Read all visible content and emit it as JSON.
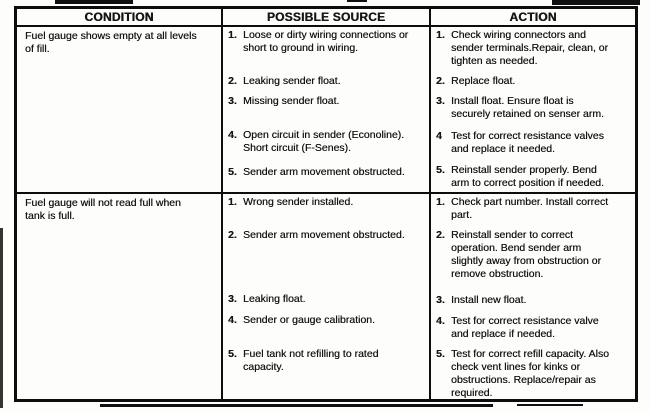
{
  "colors": {
    "border": "#0d0d0d",
    "text": "#161616",
    "background": "#fdfdfb"
  },
  "table": {
    "headers": {
      "condition": "CONDITION",
      "source": "POSSIBLE SOURCE",
      "action": "ACTION"
    },
    "rows": [
      {
        "condition": "Fuel gauge shows empty at all levels\nof fill.",
        "sources": [
          {
            "num": "1.",
            "text": "Loose or dirty wiring connections or\nshort to ground in wiring."
          },
          {
            "num": "2.",
            "text": "Leaking sender float."
          },
          {
            "num": "3.",
            "text": "Missing sender float."
          },
          {
            "num": "4.",
            "text": "Open circuit in sender (Econoline).\nShort circuit (F-Senes)."
          },
          {
            "num": "5.",
            "text": "Sender arm movement obstructed."
          }
        ],
        "actions": [
          {
            "num": "1.",
            "text": "Check wiring connectors and\nsender terminals.Repair, clean, or\ntighten as needed."
          },
          {
            "num": "2.",
            "text": "Replace float."
          },
          {
            "num": "3.",
            "text": "Install float. Ensure float is\nsecurely retained on senser arm."
          },
          {
            "num": "4",
            "text": "Test for correct resistance valves\nand replace it needed."
          },
          {
            "num": "5.",
            "text": "Reinstall sender properly. Bend\narm to correct position if needed."
          }
        ]
      },
      {
        "condition": "Fuel gauge will not read full when\ntank is full.",
        "sources": [
          {
            "num": "1.",
            "text": "Wrong sender installed."
          },
          {
            "num": "2.",
            "text": "Sender arm movement obstructed."
          },
          {
            "num": "3.",
            "text": "Leaking float."
          },
          {
            "num": "4.",
            "text": "Sender or gauge calibration."
          },
          {
            "num": "5.",
            "text": "Fuel tank not refilling to rated\ncapacity."
          }
        ],
        "actions": [
          {
            "num": "1.",
            "text": "Check part number. Install correct\npart."
          },
          {
            "num": "2.",
            "text": "Reinstall sender to correct\noperation. Bend sender arm\nslightly away from obstruction or\nremove obstruction."
          },
          {
            "num": "3.",
            "text": "Install new float."
          },
          {
            "num": "4.",
            "text": "Test for correct resistance valve\nand replace if needed."
          },
          {
            "num": "5.",
            "text": "Test for correct refill capacity. Also\ncheck vent lines for kinks or\nobstructions. Replace/repair as\nrequired."
          }
        ]
      }
    ]
  }
}
